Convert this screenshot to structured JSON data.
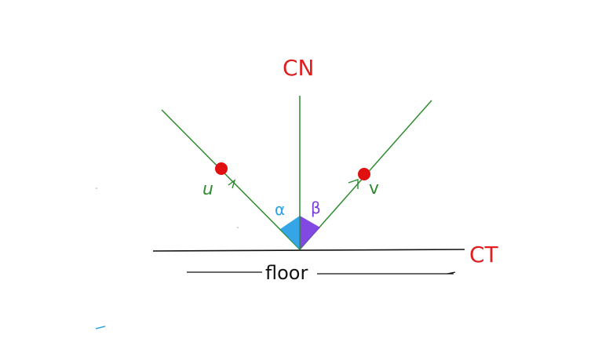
{
  "labels": {
    "normal": "CN",
    "tangent": "CT",
    "floor": "floor",
    "incoming": "u",
    "outgoing": "v",
    "angle_in": "α",
    "angle_out": "β"
  },
  "colors": {
    "ray": "#2e8b2e",
    "ball": "#e01010",
    "axis_label": "#e02020",
    "angle_in": "#2aa0e6",
    "angle_out": "#7a3ee0",
    "line": "#111111"
  }
}
